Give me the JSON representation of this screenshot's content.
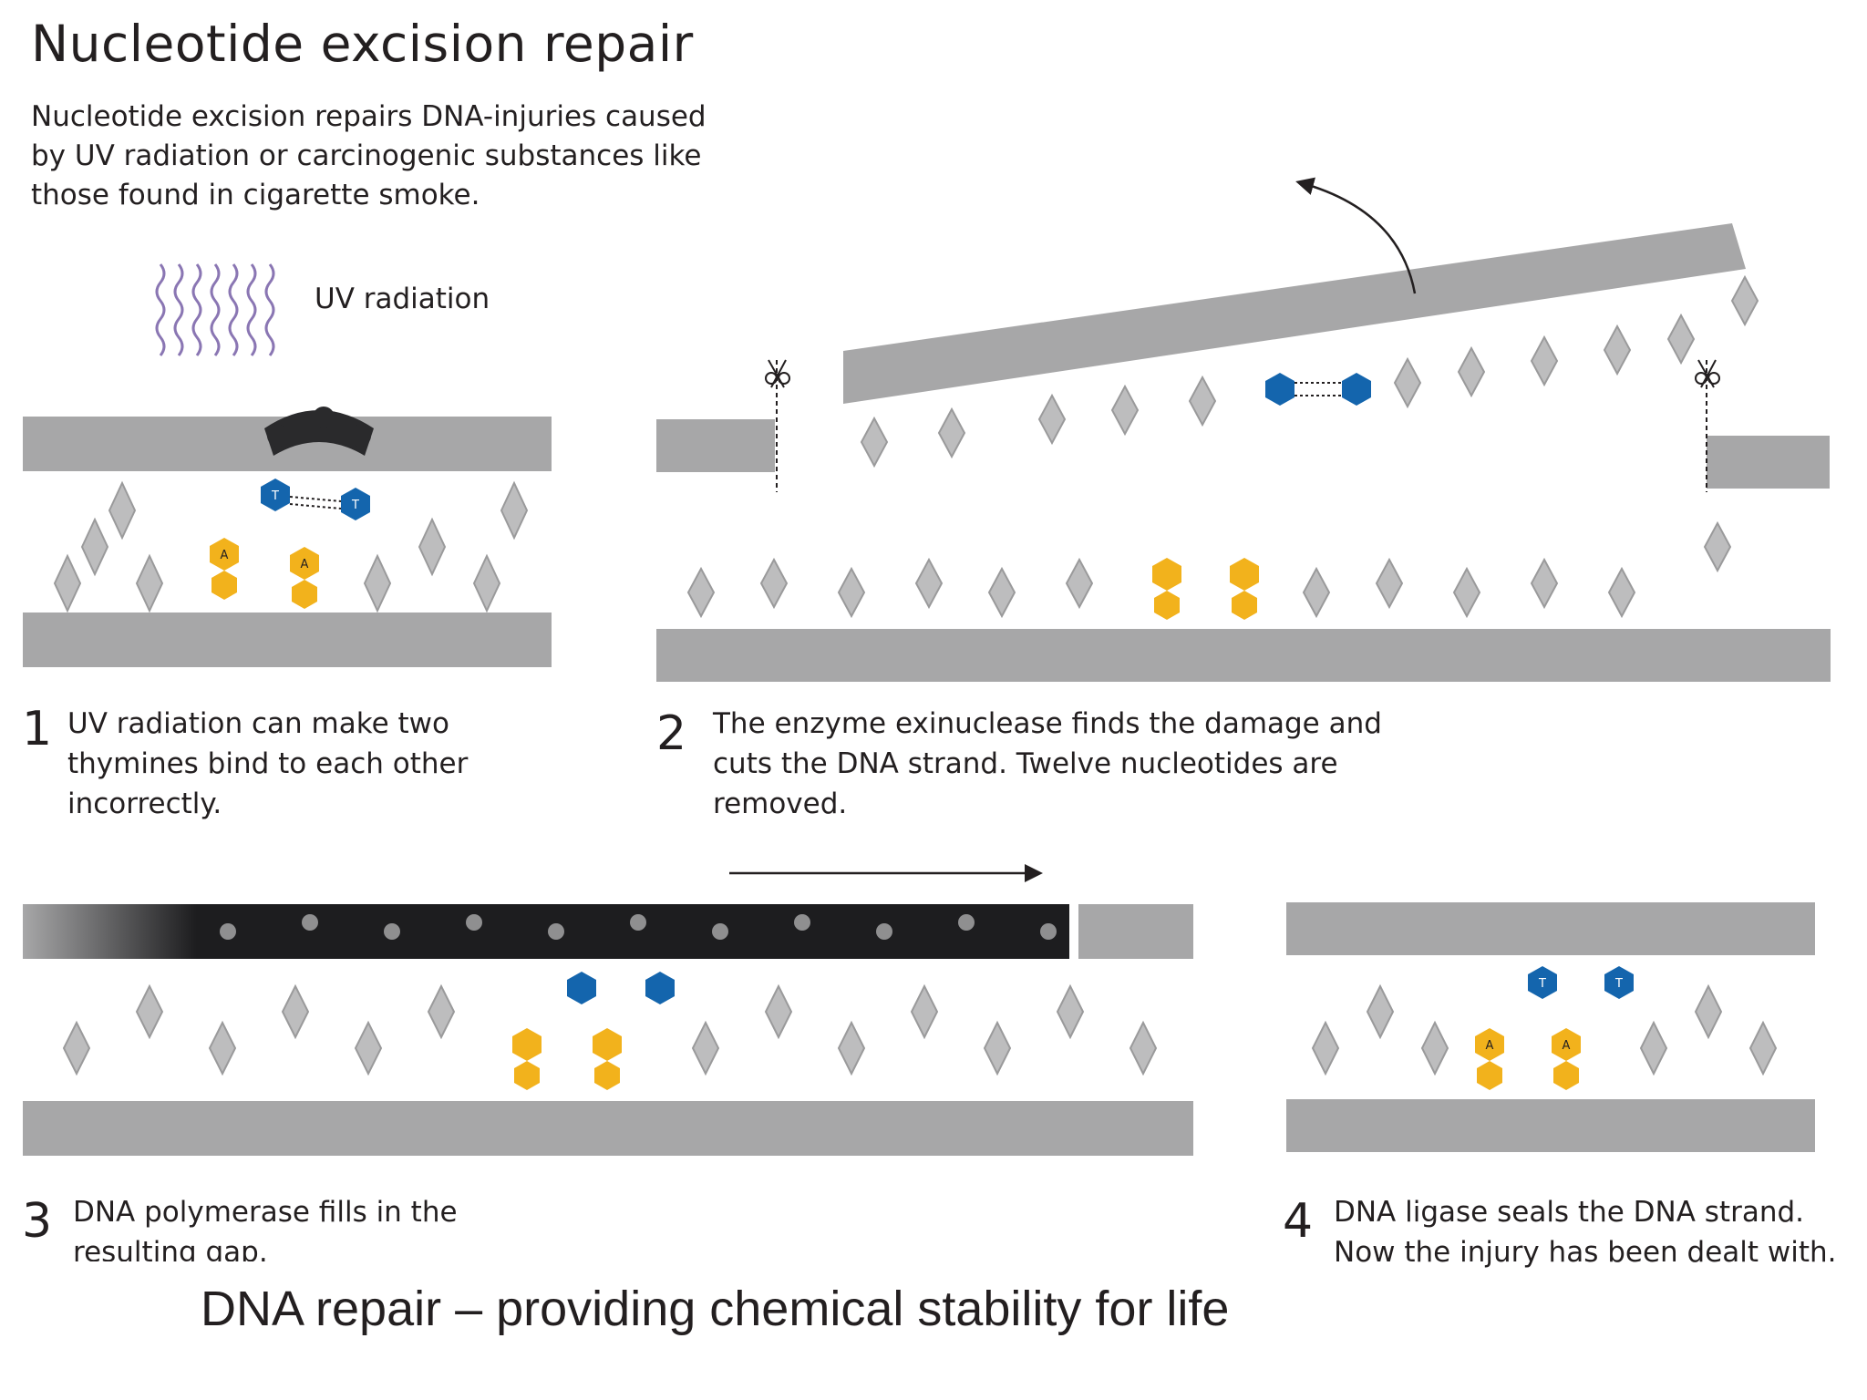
{
  "title": "Nucleotide excision repair",
  "intro_lines": [
    "Nucleotide excision repairs DNA-injuries caused",
    "by UV radiation or carcinogenic substances like",
    "those found in cigarette smoke."
  ],
  "uv_label": "UV radiation",
  "base_labels": {
    "thymine": "T",
    "adenine": "A"
  },
  "steps": [
    {
      "number": "1",
      "lines": [
        "UV radiation can make two",
        "thymines bind to each other",
        "incorrectly."
      ]
    },
    {
      "number": "2",
      "lines": [
        "The enzyme exinuclease finds the damage and",
        "cuts the DNA strand. Twelve nucleotides are",
        "removed."
      ]
    },
    {
      "number": "3",
      "lines": [
        "DNA polymerase fills in the",
        "resulting gap."
      ]
    },
    {
      "number": "4",
      "lines": [
        "DNA ligase seals the DNA strand.",
        "Now the injury has been dealt with."
      ]
    }
  ],
  "footer": "DNA repair – providing chemical stability for life",
  "colors": {
    "backbone": "#a7a7a8",
    "backbone_dark": "#8f8f90",
    "nucleotide": "#bdbdbe",
    "new_strand": "#1d1d1f",
    "thymine": "#1465ad",
    "adenine": "#f2b21c",
    "uv": "#8a76b3",
    "text": "#231f20"
  }
}
